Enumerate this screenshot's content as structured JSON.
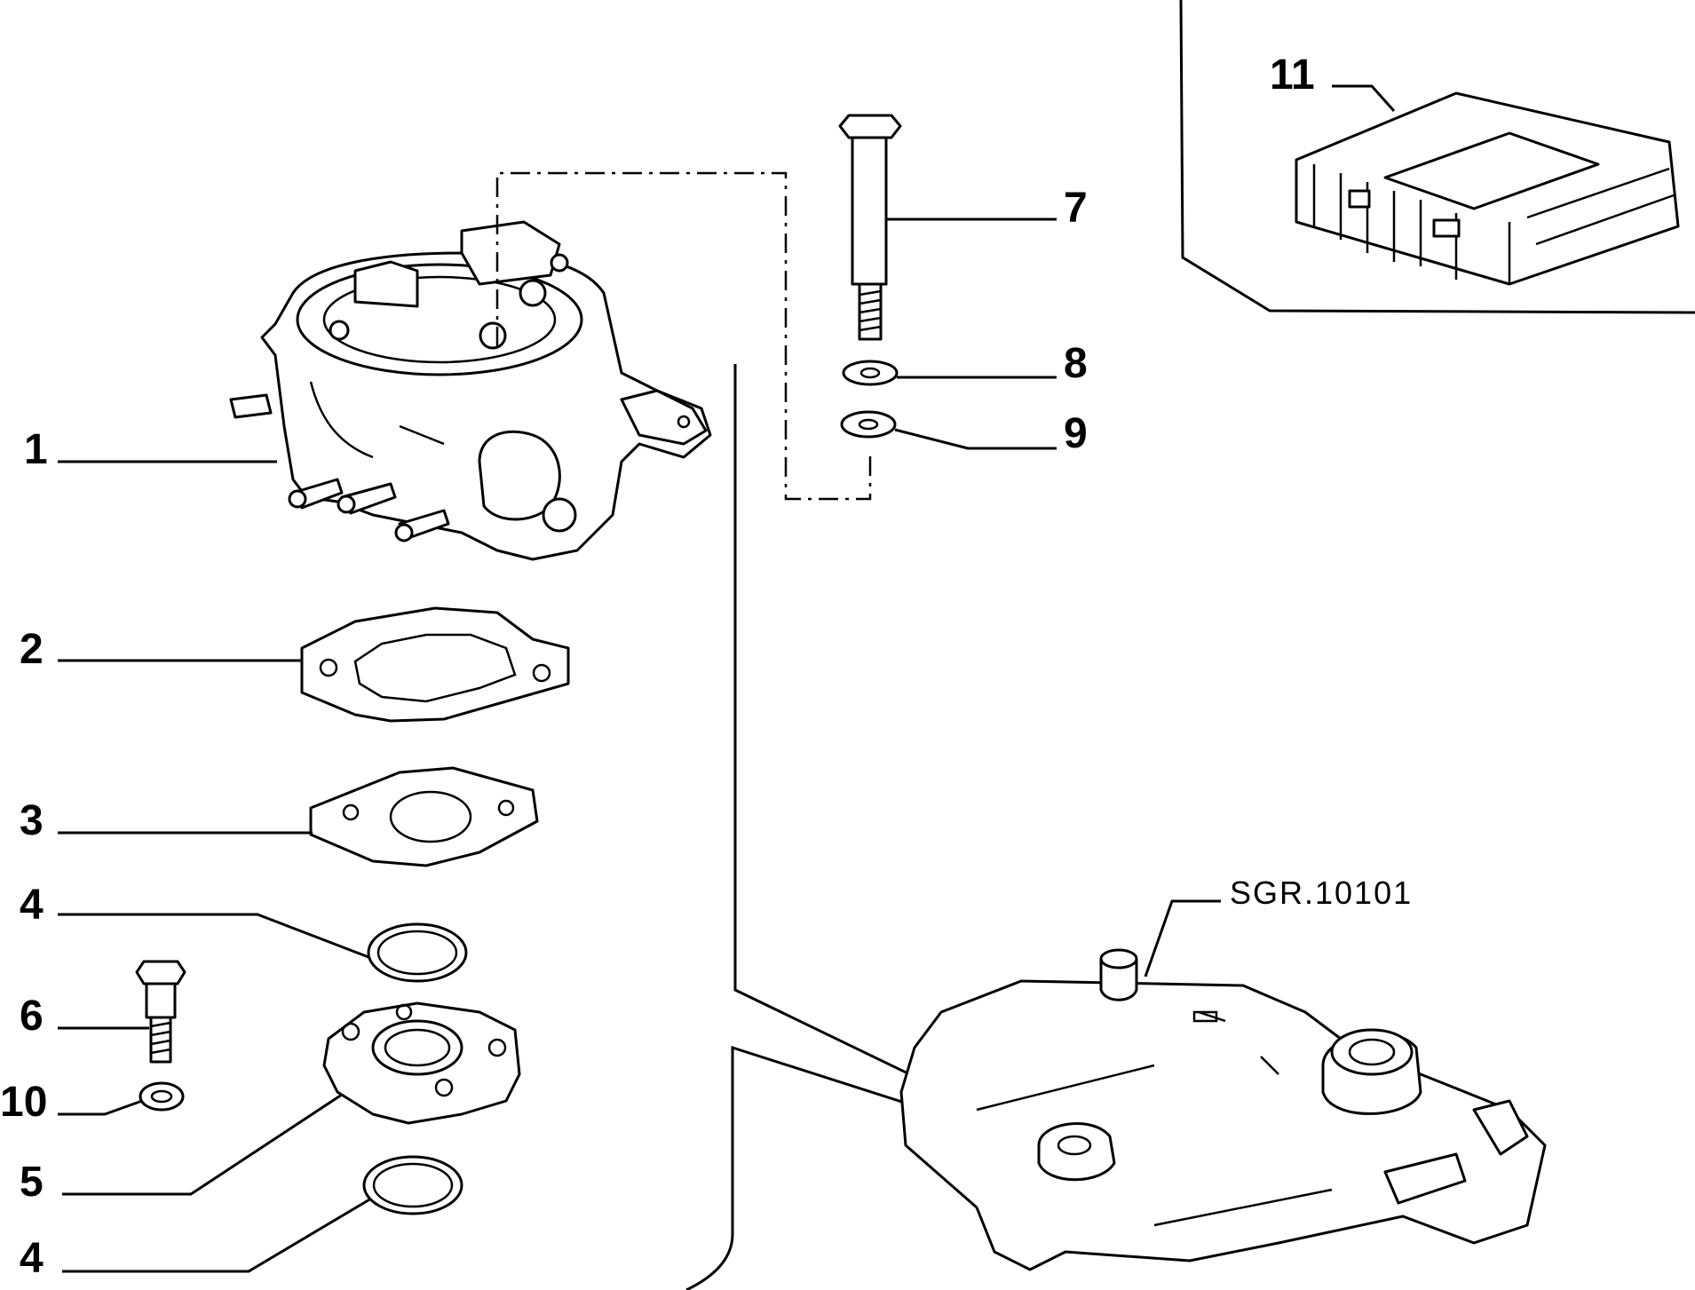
{
  "callouts": {
    "c1": "1",
    "c2": "2",
    "c3": "3",
    "c4a": "4",
    "c4b": "4",
    "c5": "5",
    "c6": "6",
    "c7": "7",
    "c8": "8",
    "c9": "9",
    "c10": "10",
    "c11": "11"
  },
  "reference": "SGR.10101"
}
